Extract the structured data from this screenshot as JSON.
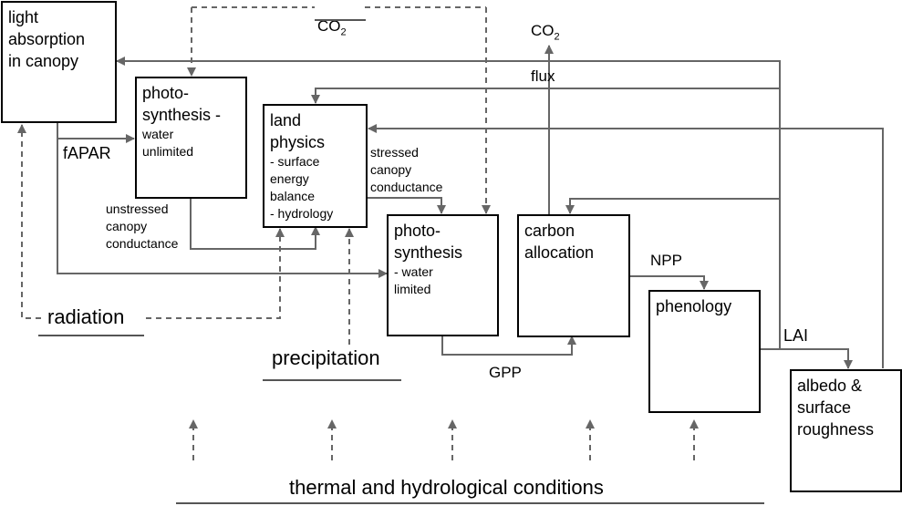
{
  "boxes": {
    "light_absorption": {
      "title": "light\nabsorption\nin canopy"
    },
    "photosynthesis_unlimited": {
      "title": "photo-\nsynthesis -",
      "sub": "water\nunlimited"
    },
    "land_physics": {
      "title": "land\nphysics",
      "sub": "- surface\nenergy\nbalance\n- hydrology"
    },
    "photosynthesis_limited": {
      "title": "photo-\nsynthesis",
      "sub": "- water\nlimited"
    },
    "carbon_allocation": {
      "title": "carbon\nallocation"
    },
    "phenology": {
      "title": "phenology"
    },
    "albedo": {
      "title": "albedo &\nsurface\nroughness"
    }
  },
  "labels": {
    "co2_top": {
      "main": "CO",
      "sub": "2"
    },
    "co2_flux": {
      "main": "CO",
      "sub": "2",
      "line2": "flux"
    },
    "fapar": "fAPAR",
    "unstressed": "unstressed\ncanopy\nconductance",
    "stressed": "stressed\ncanopy\nconductance",
    "npp": "NPP",
    "lai": "LAI",
    "gpp": "GPP",
    "radiation": "radiation",
    "precipitation": "precipitation",
    "thermal": "thermal and hydrological conditions"
  },
  "colors": {
    "box_border": "#000000",
    "arrow": "#666666",
    "underline": "#555555"
  }
}
